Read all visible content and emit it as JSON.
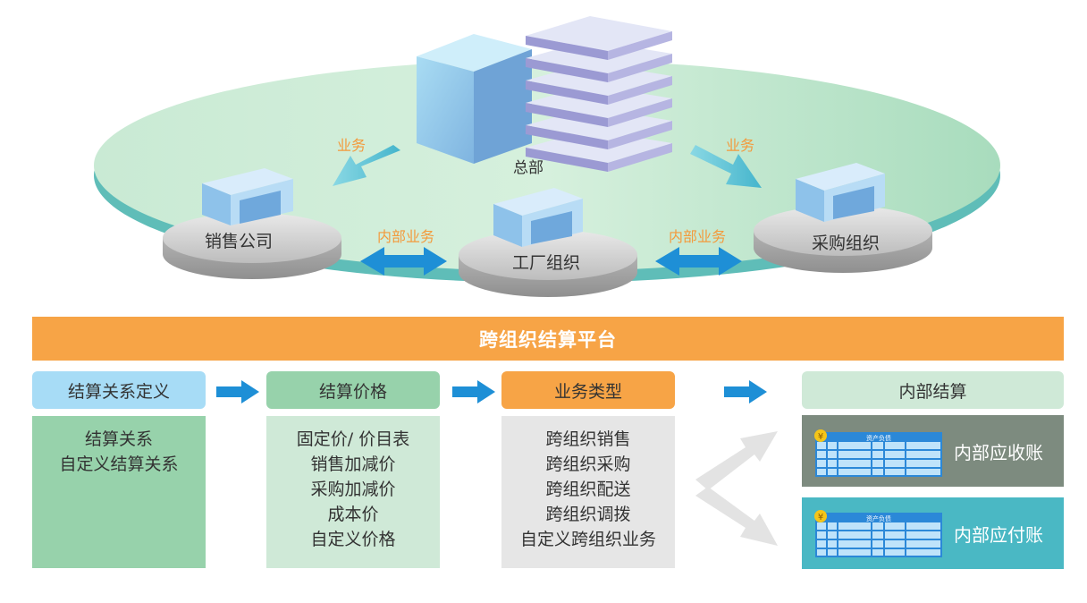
{
  "top": {
    "hq_label": "总部",
    "sales_label": "销售公司",
    "factory_label": "工厂组织",
    "purchase_label": "采购组织",
    "business_left": "业务",
    "business_right": "业务",
    "internal_left": "内部业务",
    "internal_right": "内部业务"
  },
  "platform": {
    "title": "跨组织结算平台"
  },
  "columns": [
    {
      "header": "结算关系定义",
      "items": [
        "结算关系",
        "自定义结算关系"
      ]
    },
    {
      "header": "结算价格",
      "items": [
        "固定价/ 价目表",
        "销售加减价",
        "采购加减价",
        "成本价",
        "自定义价格"
      ]
    },
    {
      "header": "业务类型",
      "items": [
        "跨组织销售",
        "跨组织采购",
        "跨组织配送",
        "跨组织调拨",
        "自定义跨组织业务"
      ]
    },
    {
      "header": "内部结算"
    }
  ],
  "ledgers": {
    "receivable": {
      "label": "内部应收账",
      "table_title": "资产负债",
      "badge": "¥"
    },
    "payable": {
      "label": "内部应付账",
      "table_title": "资产负债",
      "badge": "¥"
    }
  },
  "colors": {
    "orange": "#f7a446",
    "light_blue": "#a7dcf6",
    "green": "#97d2ab",
    "light_green": "#cfe9d7",
    "gray_box": "#e6e6e6",
    "arrow_blue": "#1e8fd6",
    "receivable_bg": "#7d8b7f",
    "payable_bg": "#4ab8c4"
  }
}
